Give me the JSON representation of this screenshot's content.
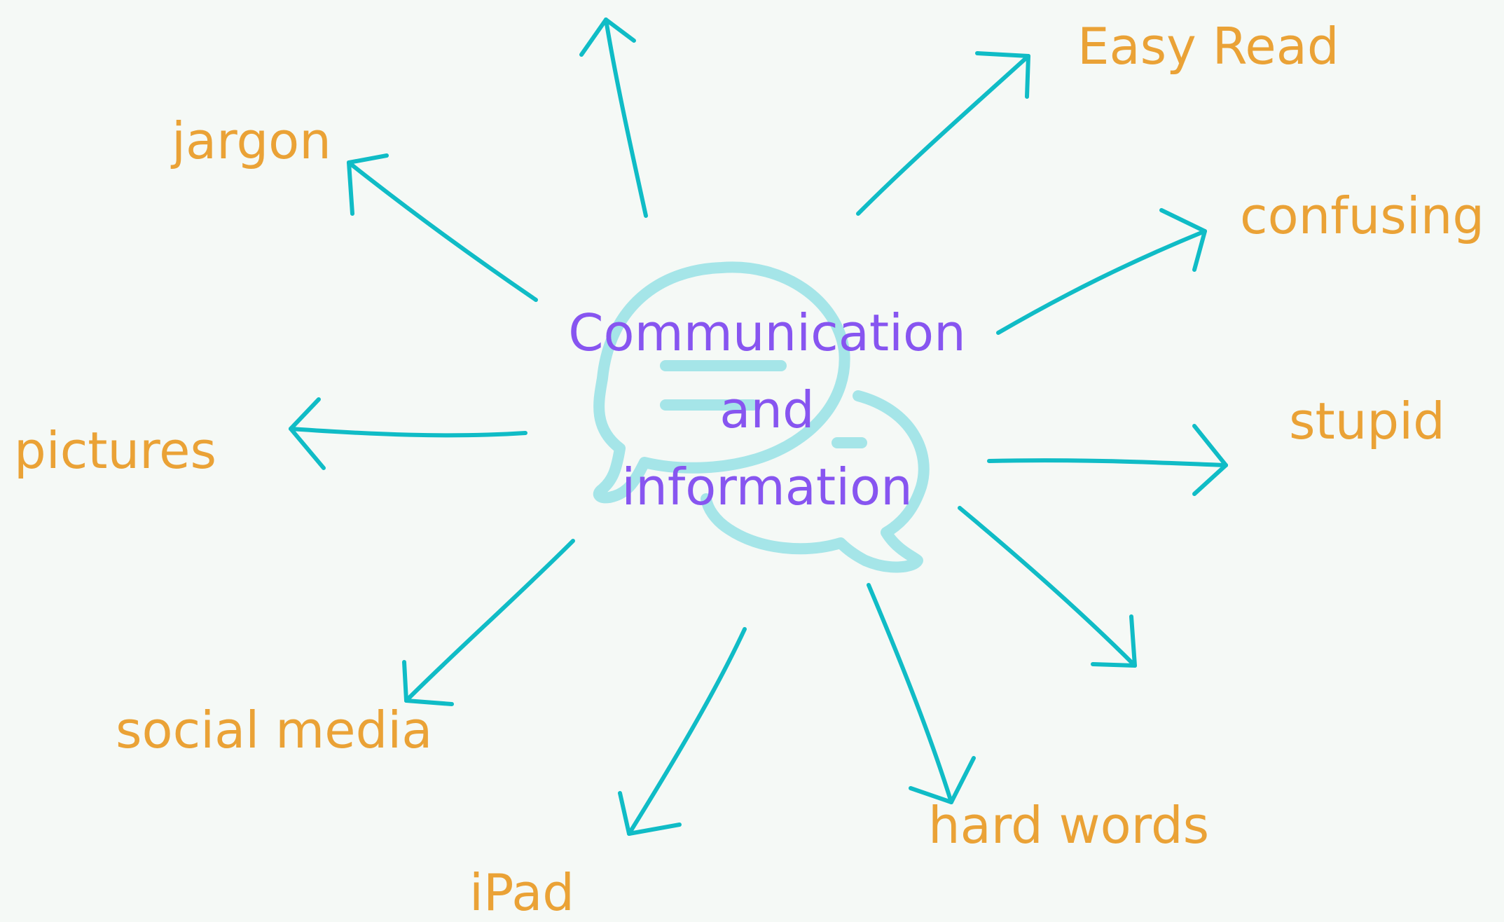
{
  "diagram": {
    "center": {
      "line1": "Communication",
      "line2": "and",
      "line3": "information"
    },
    "labels": {
      "easy_read": "Easy Read",
      "confusing": "confusing",
      "stupid": "stupid",
      "hard_words": "hard words",
      "ipad": "iPad",
      "social_media": "social media",
      "pictures": "pictures",
      "jargon": "jargon"
    }
  },
  "colors": {
    "background": "#f5f9f6",
    "arrow": "#10bcc6",
    "label": "#eaa236",
    "center_text": "#8755f0",
    "speech_icon": "#a5e5e8"
  },
  "icons": {
    "center_icon": "speech-bubbles-icon"
  }
}
